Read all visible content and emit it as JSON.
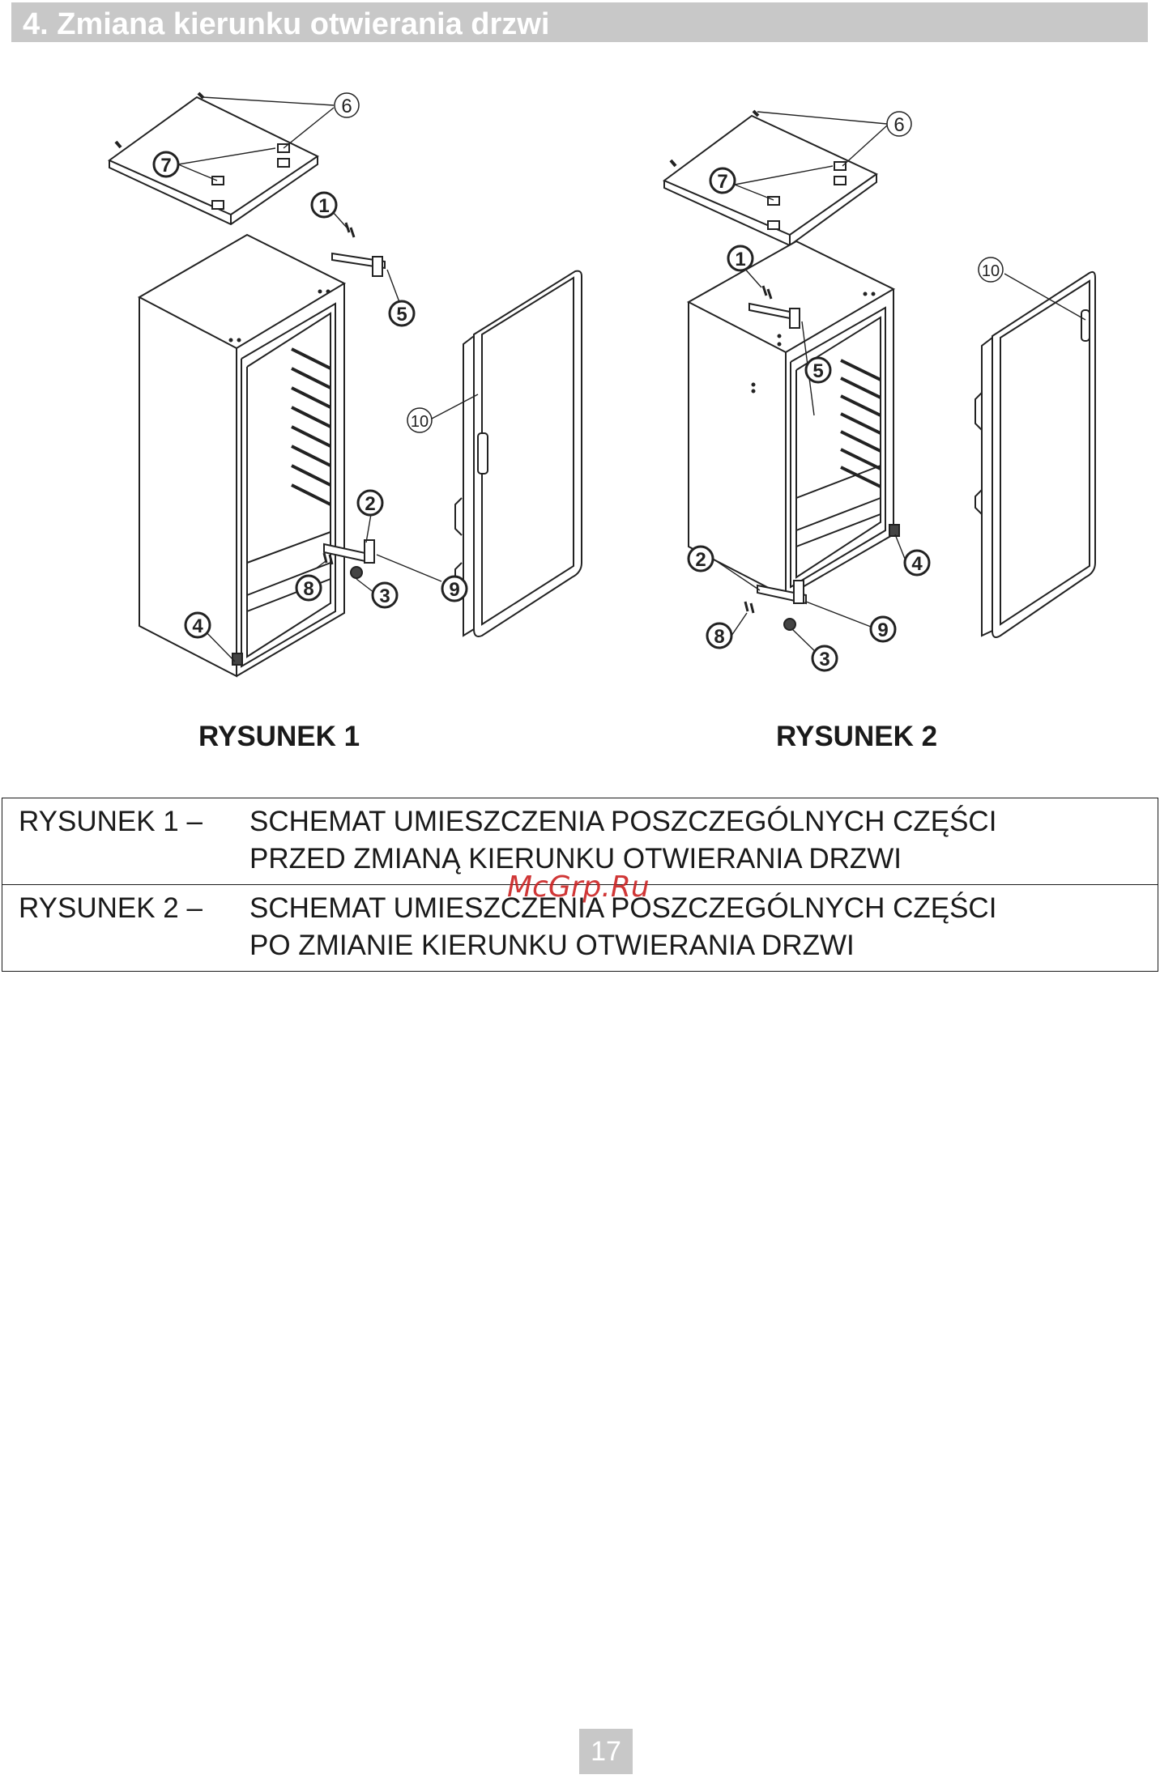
{
  "header": {
    "title": "4. Zmiana kierunku otwierania drzwi"
  },
  "figures": [
    {
      "caption": "RYSUNEK 1",
      "callouts": [
        "6",
        "7",
        "1",
        "5",
        "10",
        "2",
        "8",
        "3",
        "9",
        "4"
      ]
    },
    {
      "caption": "RYSUNEK 2",
      "callouts": [
        "6",
        "7",
        "1",
        "10",
        "5",
        "4",
        "2",
        "8",
        "9",
        "3"
      ]
    }
  ],
  "legend": [
    {
      "label": "RYSUNEK 1 –",
      "line1": "SCHEMAT UMIESZCZENIA POSZCZEGÓLNYCH CZĘŚCI",
      "line2": "PRZED ZMIANĄ KIERUNKU OTWIERANIA DRZWI"
    },
    {
      "label": "RYSUNEK 2 –",
      "line1": "SCHEMAT UMIESZCZENIA POSZCZEGÓLNYCH CZĘŚCI",
      "line2": "PO ZMIANIE KIERUNKU OTWIERANIA DRZWI"
    }
  ],
  "watermark": "McGrp.Ru",
  "page_number": "17"
}
